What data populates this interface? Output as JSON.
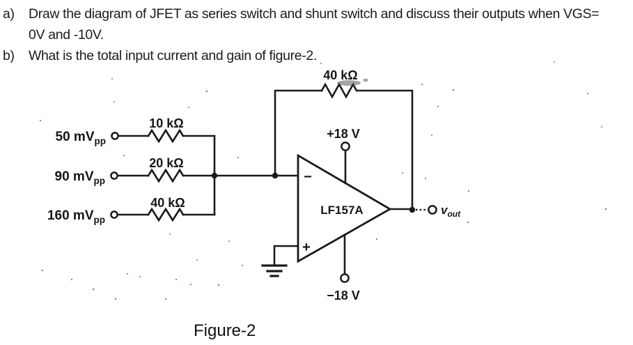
{
  "questions": [
    {
      "label": "a)",
      "line1": "Draw the diagram of JFET as series switch and shunt switch and discuss their outputs when VGS=",
      "line2": "0V and -10V."
    },
    {
      "label": "b)",
      "line1": "What is the total input current and gain of figure-2."
    }
  ],
  "circuit": {
    "inputs": [
      {
        "source": "50 mV",
        "sub": "pp",
        "resistor": "10 kΩ"
      },
      {
        "source": "90 mV",
        "sub": "pp",
        "resistor": "20 kΩ"
      },
      {
        "source": "160 mV",
        "sub": "pp",
        "resistor": "40 kΩ"
      }
    ],
    "feedback_resistor": "40 kΩ",
    "opamp": "LF157A",
    "opamp_minus": "−",
    "opamp_plus": "+",
    "positive_supply": "+18 V",
    "negative_supply": "−18 V",
    "output": {
      "main": "v",
      "sub": "out"
    }
  },
  "caption": "Figure-2",
  "colors": {
    "ink": "#1a1a1a",
    "paper": "#ffffff"
  }
}
